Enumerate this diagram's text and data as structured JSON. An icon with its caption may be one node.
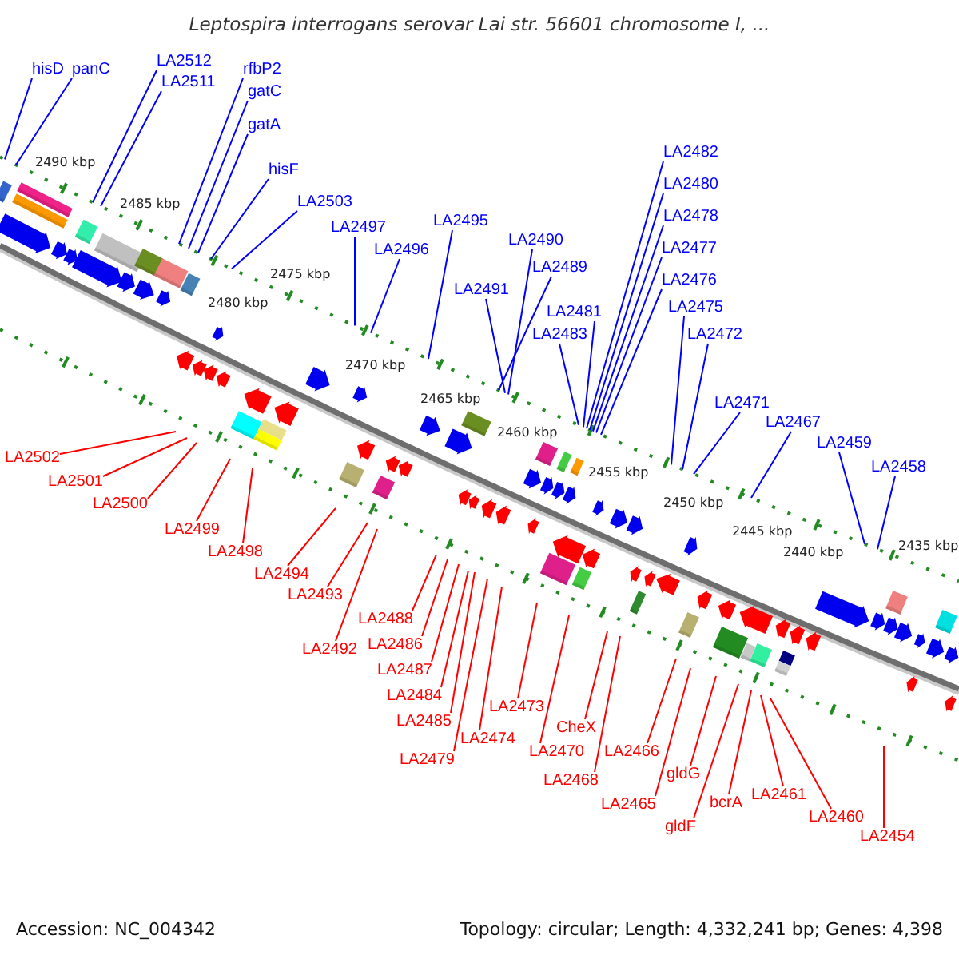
{
  "diagram": {
    "title": "Leptospira interrogans serovar Lai str. 56601 chromosome I, ...",
    "nodes": [
      {
        "text": [
          "hisD"
        ]
      },
      {
        "text": [
          "panC"
        ]
      },
      {
        "text": [
          "LA2512"
        ]
      },
      {
        "text": [
          "LA2511"
        ]
      },
      {
        "text": [
          "rfbP2"
        ]
      },
      {
        "text": [
          "gatC"
        ]
      },
      {
        "text": [
          "gatA"
        ]
      },
      {
        "text": [
          "hisF"
        ]
      },
      {
        "text": [
          "LA2503"
        ]
      },
      {
        "text": [
          "LA2497"
        ]
      },
      {
        "text": [
          "LA2496"
        ]
      },
      {
        "text": [
          "LA2495"
        ]
      },
      {
        "text": [
          "LA2491"
        ]
      },
      {
        "text": [
          "LA2490"
        ]
      },
      {
        "text": [
          "LA2489"
        ]
      },
      {
        "text": [
          "LA2483"
        ]
      },
      {
        "text": [
          "LA2481"
        ]
      },
      {
        "text": [
          "LA2482"
        ]
      },
      {
        "text": [
          "LA2480"
        ]
      },
      {
        "text": [
          "LA2478"
        ]
      },
      {
        "text": [
          "LA2477"
        ]
      },
      {
        "text": [
          "LA2476"
        ]
      },
      {
        "text": [
          "LA2475"
        ]
      },
      {
        "text": [
          "LA2472"
        ]
      },
      {
        "text": [
          "LA2471"
        ]
      },
      {
        "text": [
          "LA2467"
        ]
      },
      {
        "text": [
          "LA2459"
        ]
      },
      {
        "text": [
          "LA2458"
        ]
      },
      {
        "text": [
          "LA2502"
        ]
      },
      {
        "text": [
          "LA2501"
        ]
      },
      {
        "text": [
          "LA2500"
        ]
      },
      {
        "text": [
          "LA2499"
        ]
      },
      {
        "text": [
          "LA2498"
        ]
      },
      {
        "text": [
          "LA2494"
        ]
      },
      {
        "text": [
          "LA2493"
        ]
      },
      {
        "text": [
          "LA2492"
        ]
      },
      {
        "text": [
          "LA2488"
        ]
      },
      {
        "text": [
          "LA2486"
        ]
      },
      {
        "text": [
          "LA2487"
        ]
      },
      {
        "text": [
          "LA2484"
        ]
      },
      {
        "text": [
          "LA2485"
        ]
      },
      {
        "text": [
          "LA2479"
        ]
      },
      {
        "text": [
          "LA2474"
        ]
      },
      {
        "text": [
          "LA2473"
        ]
      },
      {
        "text": [
          "CheX"
        ]
      },
      {
        "text": [
          "LA2470"
        ]
      },
      {
        "text": [
          "LA2468"
        ]
      },
      {
        "text": [
          "LA2466"
        ]
      },
      {
        "text": [
          "LA2465"
        ]
      },
      {
        "text": [
          "gldG"
        ]
      },
      {
        "text": [
          "gldF"
        ]
      },
      {
        "text": [
          "bcrA"
        ]
      },
      {
        "text": [
          "LA2461"
        ]
      },
      {
        "text": [
          "LA2460"
        ]
      },
      {
        "text": [
          "LA2454"
        ]
      }
    ],
    "edges": [
      {
        "from": 0,
        "to": null,
        "arrow": "none"
      },
      {
        "from": 1,
        "to": null,
        "arrow": "none"
      },
      {
        "from": 2,
        "to": null,
        "arrow": "none"
      },
      {
        "from": 3,
        "to": null,
        "arrow": "none"
      },
      {
        "from": 4,
        "to": null,
        "arrow": "none"
      },
      {
        "from": 5,
        "to": null,
        "arrow": "none"
      },
      {
        "from": 6,
        "to": null,
        "arrow": "none"
      },
      {
        "from": 7,
        "to": null,
        "arrow": "none"
      },
      {
        "from": 8,
        "to": null,
        "arrow": "none"
      },
      {
        "from": 9,
        "to": null,
        "arrow": "none"
      },
      {
        "from": 10,
        "to": null,
        "arrow": "none"
      },
      {
        "from": 11,
        "to": null,
        "arrow": "none"
      },
      {
        "from": 12,
        "to": null,
        "arrow": "none"
      },
      {
        "from": 13,
        "to": null,
        "arrow": "none"
      },
      {
        "from": 14,
        "to": null,
        "arrow": "none"
      },
      {
        "from": 15,
        "to": null,
        "arrow": "none"
      },
      {
        "from": 16,
        "to": null,
        "arrow": "none"
      },
      {
        "from": 17,
        "to": null,
        "arrow": "none"
      },
      {
        "from": 18,
        "to": null,
        "arrow": "none"
      },
      {
        "from": 19,
        "to": null,
        "arrow": "none"
      },
      {
        "from": 20,
        "to": null,
        "arrow": "none"
      },
      {
        "from": 21,
        "to": null,
        "arrow": "none"
      },
      {
        "from": 22,
        "to": null,
        "arrow": "none"
      },
      {
        "from": 23,
        "to": null,
        "arrow": "none"
      },
      {
        "from": 24,
        "to": null,
        "arrow": "none"
      },
      {
        "from": 25,
        "to": null,
        "arrow": "none"
      },
      {
        "from": 26,
        "to": null,
        "arrow": "none"
      },
      {
        "from": 27,
        "to": null,
        "arrow": "none"
      },
      {
        "from": 28,
        "to": null,
        "arrow": "none",
        "color": "#ff0000"
      },
      {
        "from": 29,
        "to": null,
        "arrow": "none",
        "color": "#ff0000"
      },
      {
        "from": 30,
        "to": null,
        "arrow": "none",
        "color": "#ff0000"
      },
      {
        "from": 31,
        "to": null,
        "arrow": "none",
        "color": "#ff0000"
      },
      {
        "from": 32,
        "to": null,
        "arrow": "none",
        "color": "#ff0000"
      },
      {
        "from": 33,
        "to": null,
        "arrow": "none",
        "color": "#ff0000"
      },
      {
        "from": 34,
        "to": null,
        "arrow": "none",
        "color": "#ff0000"
      },
      {
        "from": 35,
        "to": null,
        "arrow": "none",
        "color": "#ff0000"
      },
      {
        "from": 36,
        "to": null,
        "arrow": "none",
        "color": "#ff0000"
      },
      {
        "from": 37,
        "to": null,
        "arrow": "none",
        "color": "#ff0000"
      },
      {
        "from": 38,
        "to": null,
        "arrow": "none",
        "color": "#ff0000"
      },
      {
        "from": 39,
        "to": null,
        "arrow": "none",
        "color": "#ff0000"
      },
      {
        "from": 40,
        "to": null,
        "arrow": "none",
        "color": "#ff0000"
      },
      {
        "from": 41,
        "to": null,
        "arrow": "none",
        "color": "#ff0000"
      },
      {
        "from": 42,
        "to": null,
        "arrow": "none",
        "color": "#ff0000"
      },
      {
        "from": 43,
        "to": null,
        "arrow": "none",
        "color": "#ff0000"
      },
      {
        "from": 44,
        "to": null,
        "arrow": "none",
        "color": "#ff0000"
      },
      {
        "from": 45,
        "to": null,
        "arrow": "none",
        "color": "#ff0000"
      },
      {
        "from": 46,
        "to": null,
        "arrow": "none",
        "color": "#ff0000"
      },
      {
        "from": 47,
        "to": null,
        "arrow": "none",
        "color": "#ff0000"
      },
      {
        "from": 48,
        "to": null,
        "arrow": "none",
        "color": "#ff0000"
      },
      {
        "from": 49,
        "to": null,
        "arrow": "none",
        "color": "#ff0000"
      },
      {
        "from": 50,
        "to": null,
        "arrow": "none",
        "color": "#ff0000"
      },
      {
        "from": 51,
        "to": null,
        "arrow": "none",
        "color": "#ff0000"
      },
      {
        "from": 52,
        "to": null,
        "arrow": "none",
        "color": "#ff0000"
      },
      {
        "from": 53,
        "to": null,
        "arrow": "none",
        "color": "#ff0000"
      },
      {
        "from": 54,
        "to": null,
        "arrow": "none",
        "color": "#ff0000"
      }
    ],
    "labels": [
      "2490 kbp",
      "2485 kbp",
      "2480 kbp",
      "2475 kbp",
      "2470 kbp",
      "2465 kbp",
      "2460 kbp",
      "2455 kbp",
      "2450 kbp",
      "2445 kbp",
      "2440 kbp",
      "2435 kbp",
      "Accession: NC_004342",
      "Topology: circular; Length: 4,332,241 bp; Genes: 4,398"
    ]
  }
}
